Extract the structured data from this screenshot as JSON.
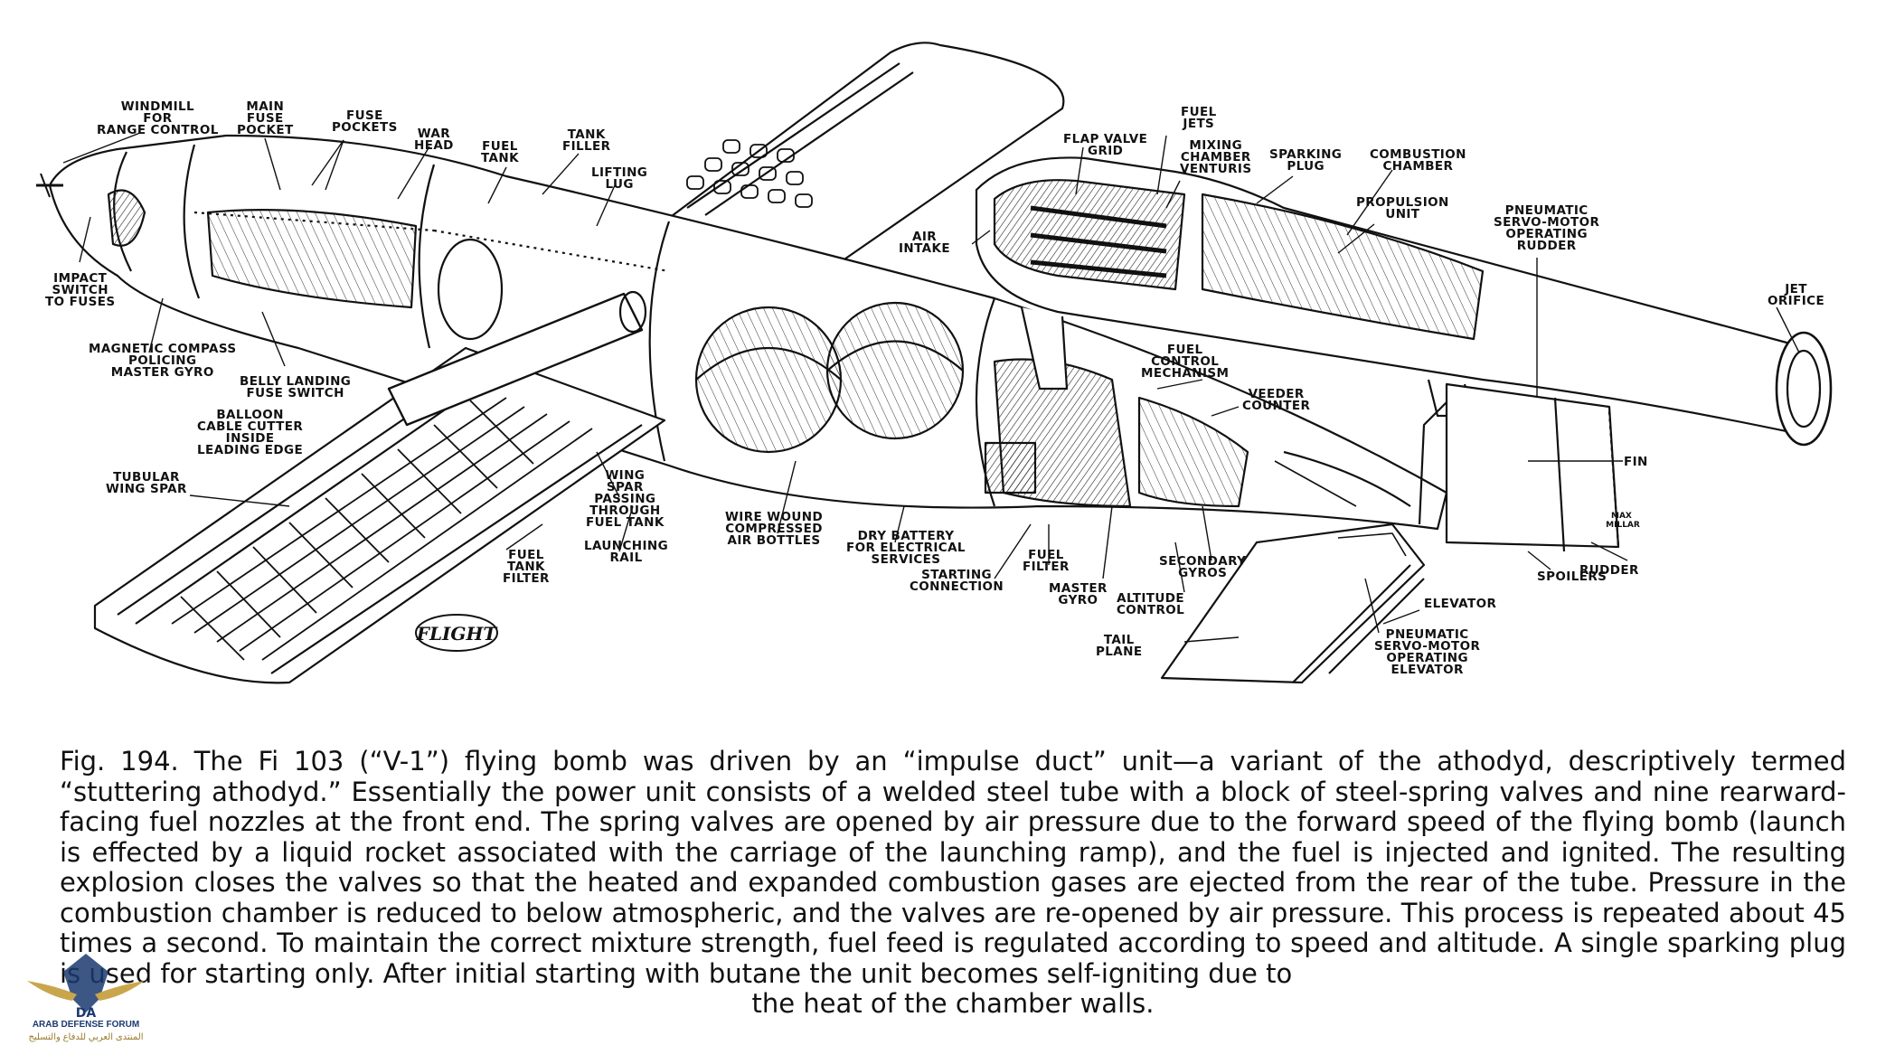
{
  "labels": {
    "windmill": "WINDMILL\nFOR\nRANGE CONTROL",
    "main_fuse_pocket": "MAIN\nFUSE\nPOCKET",
    "fuse_pockets": "FUSE\nPOCKETS",
    "war_head": "WAR\nHEAD",
    "fuel_tank": "FUEL\nTANK",
    "tank_filler": "TANK\nFILLER",
    "lifting_lug": "LIFTING\nLUG",
    "impact_switch": "IMPACT\nSWITCH\nTO FUSES",
    "magnetic_compass": "MAGNETIC COMPASS\nPOLICING\nMASTER GYRO",
    "belly_landing": "BELLY LANDING\nFUSE SWITCH",
    "balloon_cable": "BALLOON\nCABLE CUTTER\nINSIDE\nLEADING EDGE",
    "tubular_spar": "TUBULAR\nWING SPAR",
    "fuel_tank_filter": "FUEL\nTANK\nFILTER",
    "wing_spar_passing": "WING\nSPAR\nPASSING\nTHROUGH\nFUEL TANK",
    "launching_rail": "LAUNCHING\nRAIL",
    "wire_wound": "WIRE WOUND\nCOMPRESSED\nAIR BOTTLES",
    "dry_battery": "DRY BATTERY\nFOR ELECTRICAL\nSERVICES",
    "starting_connection": "STARTING\nCONNECTION",
    "fuel_filter": "FUEL\nFILTER",
    "master_gyro": "MASTER\nGYRO",
    "altitude_control": "ALTITUDE\nCONTROL",
    "secondary_gyros": "SECONDARY\nGYROS",
    "tail_plane": "TAIL\nPLANE",
    "air_intake": "AIR\nINTAKE",
    "flap_valve_grid": "FLAP VALVE\nGRID",
    "fuel_jets": "FUEL\nJETS",
    "mixing_chamber": "MIXING\nCHAMBER\nVENTURIS",
    "sparking_plug": "SPARKING\nPLUG",
    "combustion_chamber": "COMBUSTION\nCHAMBER",
    "propulsion_unit": "PROPULSION\nUNIT",
    "pneumatic_rudder": "PNEUMATIC\nSERVO-MOTOR\nOPERATING\nRUDDER",
    "jet_orifice": "JET\nORIFICE",
    "fuel_control": "FUEL\nCONTROL\nMECHANISM",
    "veeder_counter": "VEEDER\nCOUNTER",
    "fin": "FIN",
    "spoilers": "SPOILERS",
    "rudder": "RUDDER",
    "elevator": "ELEVATOR",
    "pneumatic_elevator": "PNEUMATIC\nSERVO-MOTOR\nOPERATING\nELEVATOR"
  },
  "logos": {
    "flight": "FLIGHT",
    "artist": "MAX\nMILLAR"
  },
  "caption": {
    "body": "Fig. 194.  The Fi 103 (“V-1”) flying bomb was driven by an “impulse duct” unit—a variant of the athodyd, descriptively termed “stuttering athodyd.”  Essentially the power unit consists of a welded steel tube with a block of steel-spring valves and nine rearward-facing fuel nozzles at the front end.  The spring valves are opened by air pressure due to the forward speed of the flying bomb (launch is effected by a liquid rocket associated with the carriage of the launching ramp), and the fuel is injected and ignited. The resulting explosion closes the valves so that the heated and expanded combustion gases are ejected from the rear of the tube. Pressure in the combustion chamber is reduced to below atmospheric, and the valves are re-opened by air pressure.  This process is repeated about 45 times a second.  To maintain the correct mixture strength, fuel feed is regulated according to speed and altitude.  A single sparking plug is used for starting only.  After initial starting with butane the unit becomes self-igniting due to",
    "last_line": "the heat of the chamber walls."
  },
  "watermark": {
    "emblem": "DA",
    "line1": "ARAB DEFENSE FORUM",
    "line2": "المنتدى العربي للدفاع والتسليح"
  }
}
